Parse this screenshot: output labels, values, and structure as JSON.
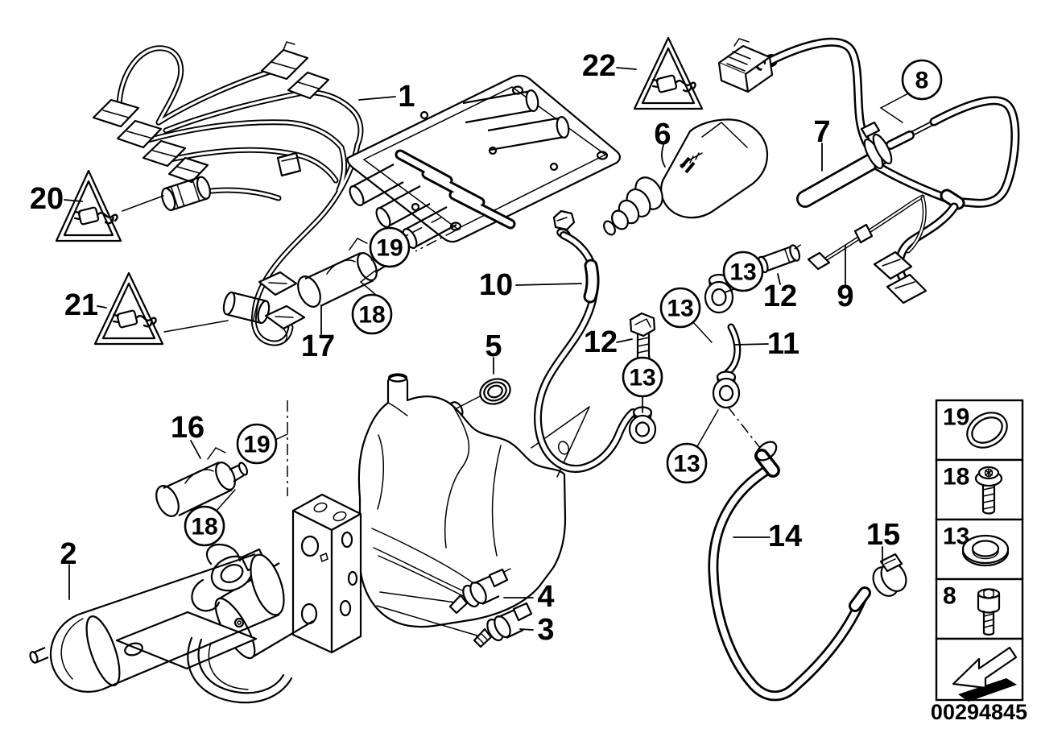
{
  "diagram": {
    "callouts": [
      {
        "text": "1"
      },
      {
        "text": "22"
      },
      {
        "text": "8"
      },
      {
        "text": "6"
      },
      {
        "text": "7"
      },
      {
        "text": "20"
      },
      {
        "text": "19"
      },
      {
        "text": "13"
      },
      {
        "text": "10"
      },
      {
        "text": "12"
      },
      {
        "text": "9"
      },
      {
        "text": "21"
      },
      {
        "text": "18"
      },
      {
        "text": "13"
      },
      {
        "text": "12"
      },
      {
        "text": "11"
      },
      {
        "text": "17"
      },
      {
        "text": "5"
      },
      {
        "text": "13"
      },
      {
        "text": "16"
      },
      {
        "text": "19"
      },
      {
        "text": "13"
      },
      {
        "text": "18"
      },
      {
        "text": "2"
      },
      {
        "text": "14"
      },
      {
        "text": "15"
      },
      {
        "text": "4"
      },
      {
        "text": "3"
      }
    ]
  },
  "legend": {
    "items": [
      {
        "label": "19",
        "icon": "o-ring-icon"
      },
      {
        "label": "18",
        "icon": "torx-screw-icon"
      },
      {
        "label": "13",
        "icon": "sealing-washer-icon"
      },
      {
        "label": "8",
        "icon": "socket-head-screw-icon"
      },
      {
        "label": "",
        "icon": "back-arrow-icon"
      }
    ],
    "part_number": "00294845"
  },
  "colors": {
    "line": "#000000",
    "background": "#ffffff"
  }
}
